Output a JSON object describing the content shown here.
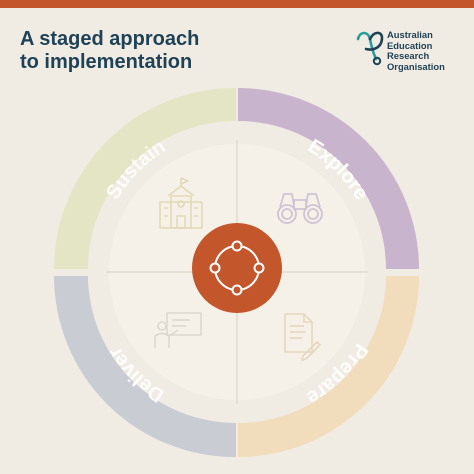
{
  "header": {
    "title_line1": "A staged approach",
    "title_line2": "to implementation"
  },
  "logo": {
    "line1": "Australian",
    "line2": "Education",
    "line3": "Research",
    "line4": "Organisation"
  },
  "stages": {
    "sustain": "Sustain",
    "explore": "Explore",
    "prepare": "Prepare",
    "deliver": "Deliver"
  },
  "colors": {
    "accent": "#c4562b",
    "title": "#1f4257",
    "sustain": "#e4e5c5",
    "explore": "#c9b4cd",
    "prepare": "#f1ddbc",
    "deliver": "#c9ccd2",
    "inner_disc": "#f6f1e8",
    "icons": "line-art, muted"
  },
  "icons": {
    "center": "cycle-icon",
    "sustain": "school-building-icon",
    "explore": "binoculars-icon",
    "prepare": "document-pen-icon",
    "deliver": "presenter-whiteboard-icon"
  }
}
